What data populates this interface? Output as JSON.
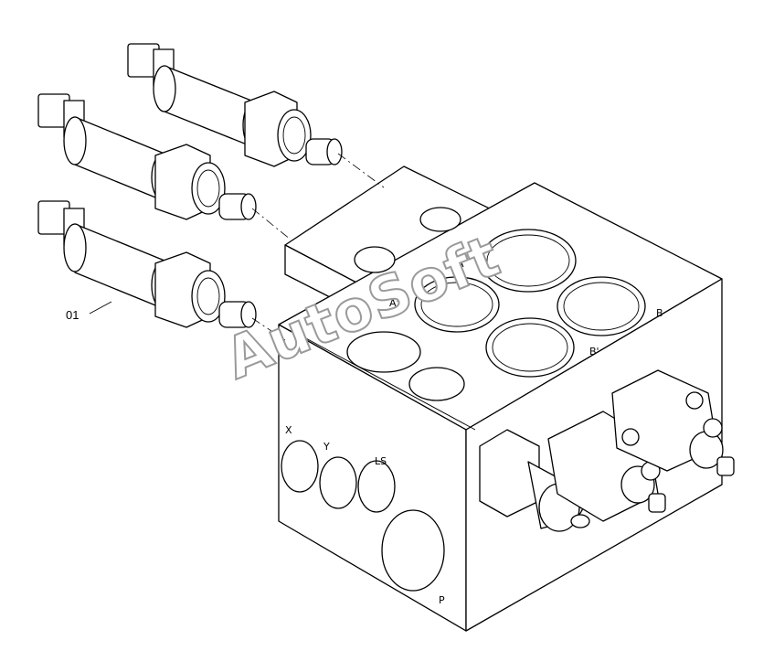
{
  "callout": {
    "number": "01"
  },
  "port_labels": {
    "a": "A",
    "a_prime": "A'",
    "b": "B",
    "b_prime": "B'",
    "x": "X",
    "y": "Y",
    "ls": "LS",
    "p": "P"
  },
  "watermark": "AutoSoft"
}
